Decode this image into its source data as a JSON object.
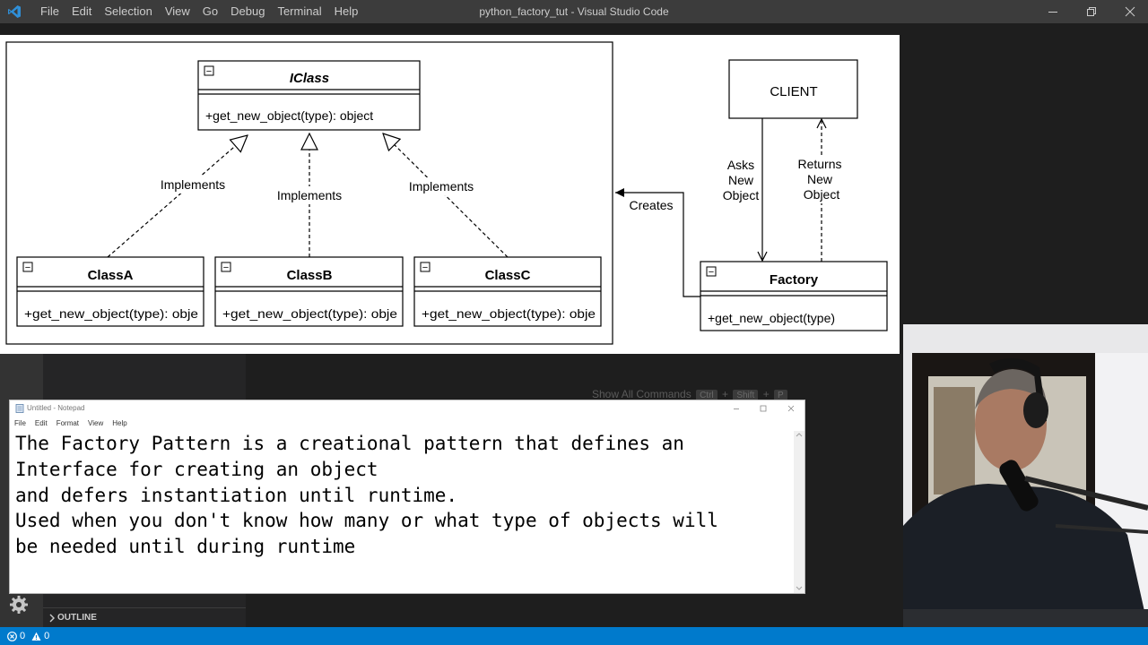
{
  "window": {
    "title": "python_factory_tut - Visual Studio Code",
    "menu": [
      "File",
      "Edit",
      "Selection",
      "View",
      "Go",
      "Debug",
      "Terminal",
      "Help"
    ]
  },
  "diagram": {
    "interface": {
      "name": "IClass",
      "method": "+get_new_object(type): object"
    },
    "classes": [
      {
        "name": "ClassA",
        "method": "+get_new_object(type): obje"
      },
      {
        "name": "ClassB",
        "method": "+get_new_object(type): obje"
      },
      {
        "name": "ClassC",
        "method": "+get_new_object(type): obje"
      }
    ],
    "implements_labels": [
      "Implements",
      "Implements",
      "Implements"
    ],
    "client": "CLIENT",
    "factory": {
      "name": "Factory",
      "method": "+get_new_object(type)"
    },
    "asks_lines": [
      "Asks",
      "New",
      "Object"
    ],
    "returns_lines": [
      "Returns",
      "New",
      "Object"
    ],
    "creates": "Creates",
    "collapse_glyph": "−"
  },
  "editor": {
    "watermark": {
      "label": "Show All Commands",
      "keys": [
        "Ctrl",
        "Shift",
        "P"
      ],
      "plus": "+"
    }
  },
  "notepad": {
    "title": "Untitled - Notepad",
    "menu": [
      "File",
      "Edit",
      "Format",
      "View",
      "Help"
    ],
    "text": "The Factory Pattern is a creational pattern that defines an\nInterface for creating an object\nand defers instantiation until runtime.\nUsed when you don't know how many or what type of objects will\nbe needed until during runtime"
  },
  "sidebar": {
    "outline": "OUTLINE"
  },
  "statusbar": {
    "errors": "0",
    "warnings": "0"
  },
  "colors": {
    "statusbar": "#007acc",
    "titlebar": "#3c3c3c",
    "editor": "#1e1e1e"
  },
  "icons": [
    "vscode-logo-icon",
    "gear-icon",
    "error-icon",
    "warning-icon",
    "notepad-icon",
    "chevron-right-icon"
  ]
}
